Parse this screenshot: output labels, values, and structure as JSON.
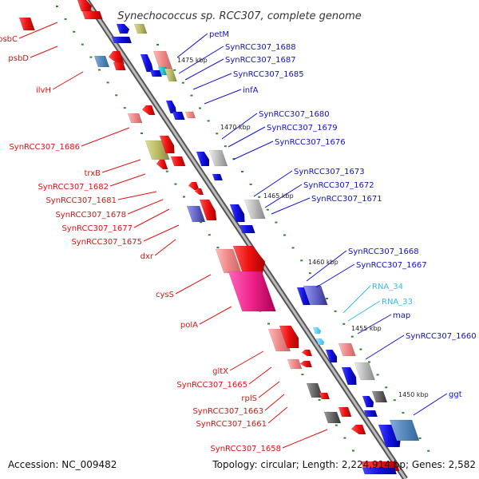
{
  "title": "Synechococcus sp. RCC307, complete genome",
  "footer": {
    "accession": "Accession: NC_009482",
    "topology": "Topology: circular; Length: 2,224,914 bp; Genes: 2,582"
  },
  "scale_labels": [
    "1475 kbp",
    "1470 kbp",
    "1465 kbp",
    "1460 kbp",
    "1455 kbp",
    "1450 kbp"
  ],
  "colors": {
    "reverse_strand_label": "#dd1111",
    "forward_strand_label": "#1111cc",
    "rna_label": "#33bbee",
    "backbone": "#888888",
    "tick": "#2a8a2a"
  },
  "reverse_labels": [
    "psbC",
    "psbD",
    "ilvH",
    "SynRCC307_1686",
    "trxB",
    "SynRCC307_1682",
    "SynRCC307_1681",
    "SynRCC307_1678",
    "SynRCC307_1677",
    "SynRCC307_1675",
    "dxr",
    "cysS",
    "polA",
    "gltX",
    "SynRCC307_1665",
    "rplS",
    "SynRCC307_1663",
    "SynRCC307_1661",
    "SynRCC307_1658"
  ],
  "forward_labels": [
    "petM",
    "SynRCC307_1688",
    "SynRCC307_1687",
    "SynRCC307_1685",
    "infA",
    "SynRCC307_1680",
    "SynRCC307_1679",
    "SynRCC307_1676",
    "SynRCC307_1673",
    "SynRCC307_1672",
    "SynRCC307_1671",
    "SynRCC307_1668",
    "SynRCC307_1667",
    "map",
    "SynRCC307_1660",
    "ggt"
  ],
  "rna_labels": [
    "RNA_34",
    "RNA_33"
  ]
}
